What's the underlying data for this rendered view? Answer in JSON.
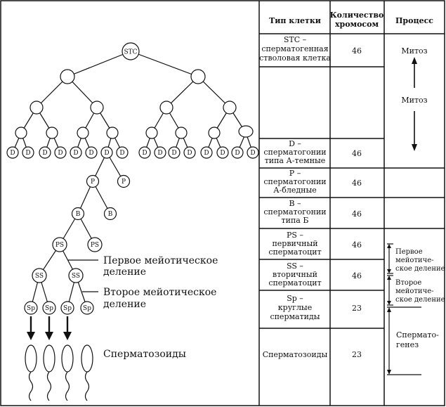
{
  "table": {
    "headers": {
      "cell_type": "Тип клетки",
      "chromosomes": [
        "Количество",
        "хромосом"
      ],
      "process": "Процесс"
    },
    "rows": [
      {
        "type_lines": [
          "STC –",
          "сперматогенная",
          "стволовая клетка"
        ],
        "count": "46"
      },
      {
        "type_lines": [
          "D –",
          "сперматогонии",
          "типа А-темные"
        ],
        "count": "46"
      },
      {
        "type_lines": [
          "P –",
          "сперматогонии",
          "А-бледные"
        ],
        "count": "46"
      },
      {
        "type_lines": [
          "B –",
          "сперматогонии",
          "типа Б"
        ],
        "count": "46"
      },
      {
        "type_lines": [
          "PS –",
          "первичный",
          "сперматоцит"
        ],
        "count": "46"
      },
      {
        "type_lines": [
          "SS –",
          "вторичный",
          "сперматоцит"
        ],
        "count": "46"
      },
      {
        "type_lines": [
          "Sp –",
          "круглые",
          "сперматиды"
        ],
        "count": "23"
      },
      {
        "type_lines": [
          "Сперматозоиды"
        ],
        "count": "23"
      }
    ],
    "process": {
      "mitosis_top": "Митоз",
      "mitosis_mid": "Митоз",
      "meiosis1": [
        "Первое",
        "мейотиче-",
        "ское деление"
      ],
      "meiosis2": [
        "Второе",
        "мейотиче-",
        "ское деление"
      ],
      "spermiogenesis": [
        "Спермато-",
        "генез"
      ]
    }
  },
  "tree": {
    "stc": "STC",
    "d": "D",
    "p": "P",
    "b": "B",
    "ps": "PS",
    "ss": "SS",
    "sp": "Sp"
  },
  "labels": {
    "meiosis1": [
      "Первое мейотическое",
      "деление"
    ],
    "meiosis2": [
      "Второе мейотическое",
      "деление"
    ],
    "spermatozoa": "Сперматозоиды"
  }
}
